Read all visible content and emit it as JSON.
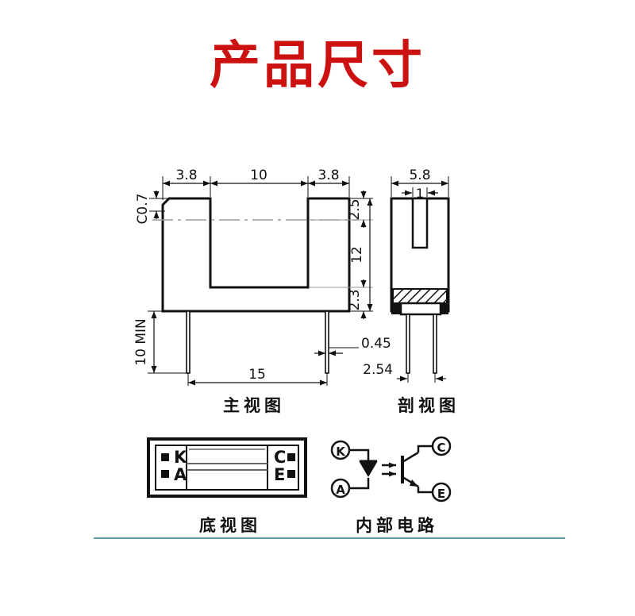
{
  "page": {
    "title": "产品尺寸",
    "title_color": "#cc1111",
    "background": "#ffffff",
    "divider_color": "#5a9aa8",
    "line_color": "#111111"
  },
  "views": {
    "front": {
      "label": "主视图",
      "dimensions": {
        "left_wall_width": "3.8",
        "slot_width": "10",
        "right_wall_width": "3.8",
        "chamfer": "C0.7",
        "top_segment": "2.5",
        "body_height": "12",
        "bottom_segment": "2.3",
        "lead_length": "10 MIN",
        "lead_thickness": "0.45",
        "lead_span": "15"
      }
    },
    "section": {
      "label": "剖视图",
      "dimensions": {
        "body_depth": "5.8",
        "slot_depth": "1",
        "pin_pitch": "2.54"
      }
    },
    "bottom": {
      "label": "底视图",
      "pads": [
        {
          "name": "K",
          "side": "left"
        },
        {
          "name": "A",
          "side": "left"
        },
        {
          "name": "C",
          "side": "right"
        },
        {
          "name": "E",
          "side": "right"
        }
      ]
    },
    "circuit": {
      "label": "内部电路",
      "terminals": [
        {
          "name": "K",
          "position": "top-left"
        },
        {
          "name": "A",
          "position": "bottom-left"
        },
        {
          "name": "C",
          "position": "top-right"
        },
        {
          "name": "E",
          "position": "bottom-right"
        }
      ],
      "components": [
        "led-emitter",
        "phototransistor-receiver",
        "optical-coupling-arrows"
      ]
    }
  }
}
